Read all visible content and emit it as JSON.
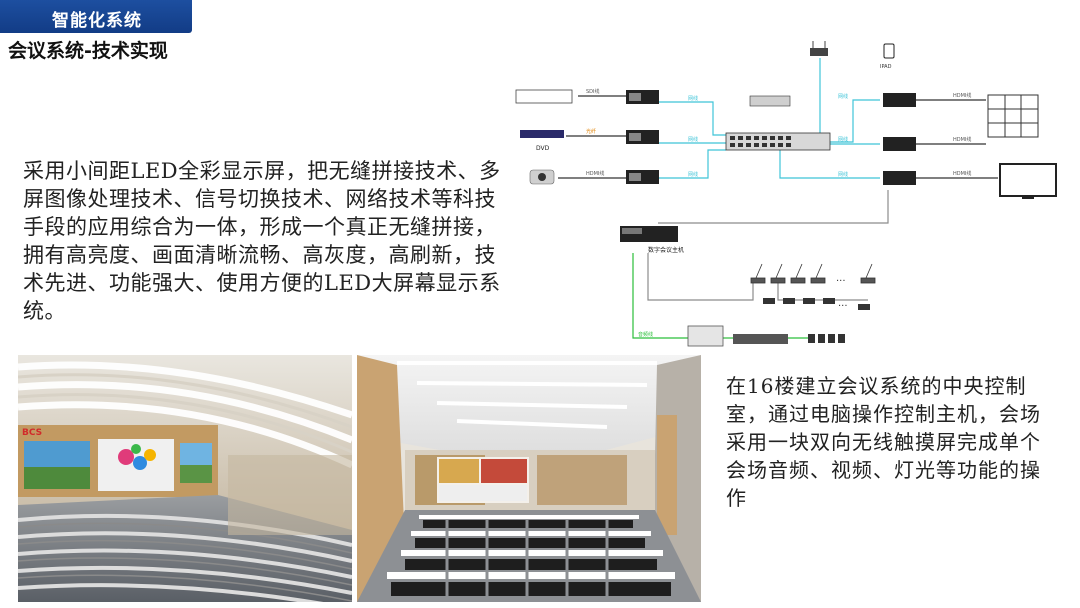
{
  "header": {
    "tag": "智能化系统",
    "subtitle": "会议系统-技术实现"
  },
  "body_text": {
    "left": "采用小间距LED全彩显示屏，把无缝拼接技术、多屏图像处理技术、信号切换技术、网络技术等科技手段的应用综合为一体，形成一个真正无缝拼接，拥有高亮度、画面清晰流畅、高灰度，高刷新，技术先进、功能强大、使用方便的LED大屏幕显示系统。",
    "right": "在16楼建立会议系统的中央控制室，通过电脑操作控制主机，会场采用一块双向无线触摸屏完成单个会场音频、视频、灯光等功能的操作"
  },
  "diagram": {
    "labels": {
      "dvd": "DVD",
      "ipad": "IPAD",
      "host": "数字会议主机",
      "ellipsis": "..."
    }
  },
  "photos": {
    "hall1_logo": "BCS"
  },
  "colors": {
    "header_blue": "#1a4696",
    "cable_cyan": "#3fc4d8",
    "cable_green": "#2bbf3a",
    "cable_gray": "#8c8c8c"
  }
}
